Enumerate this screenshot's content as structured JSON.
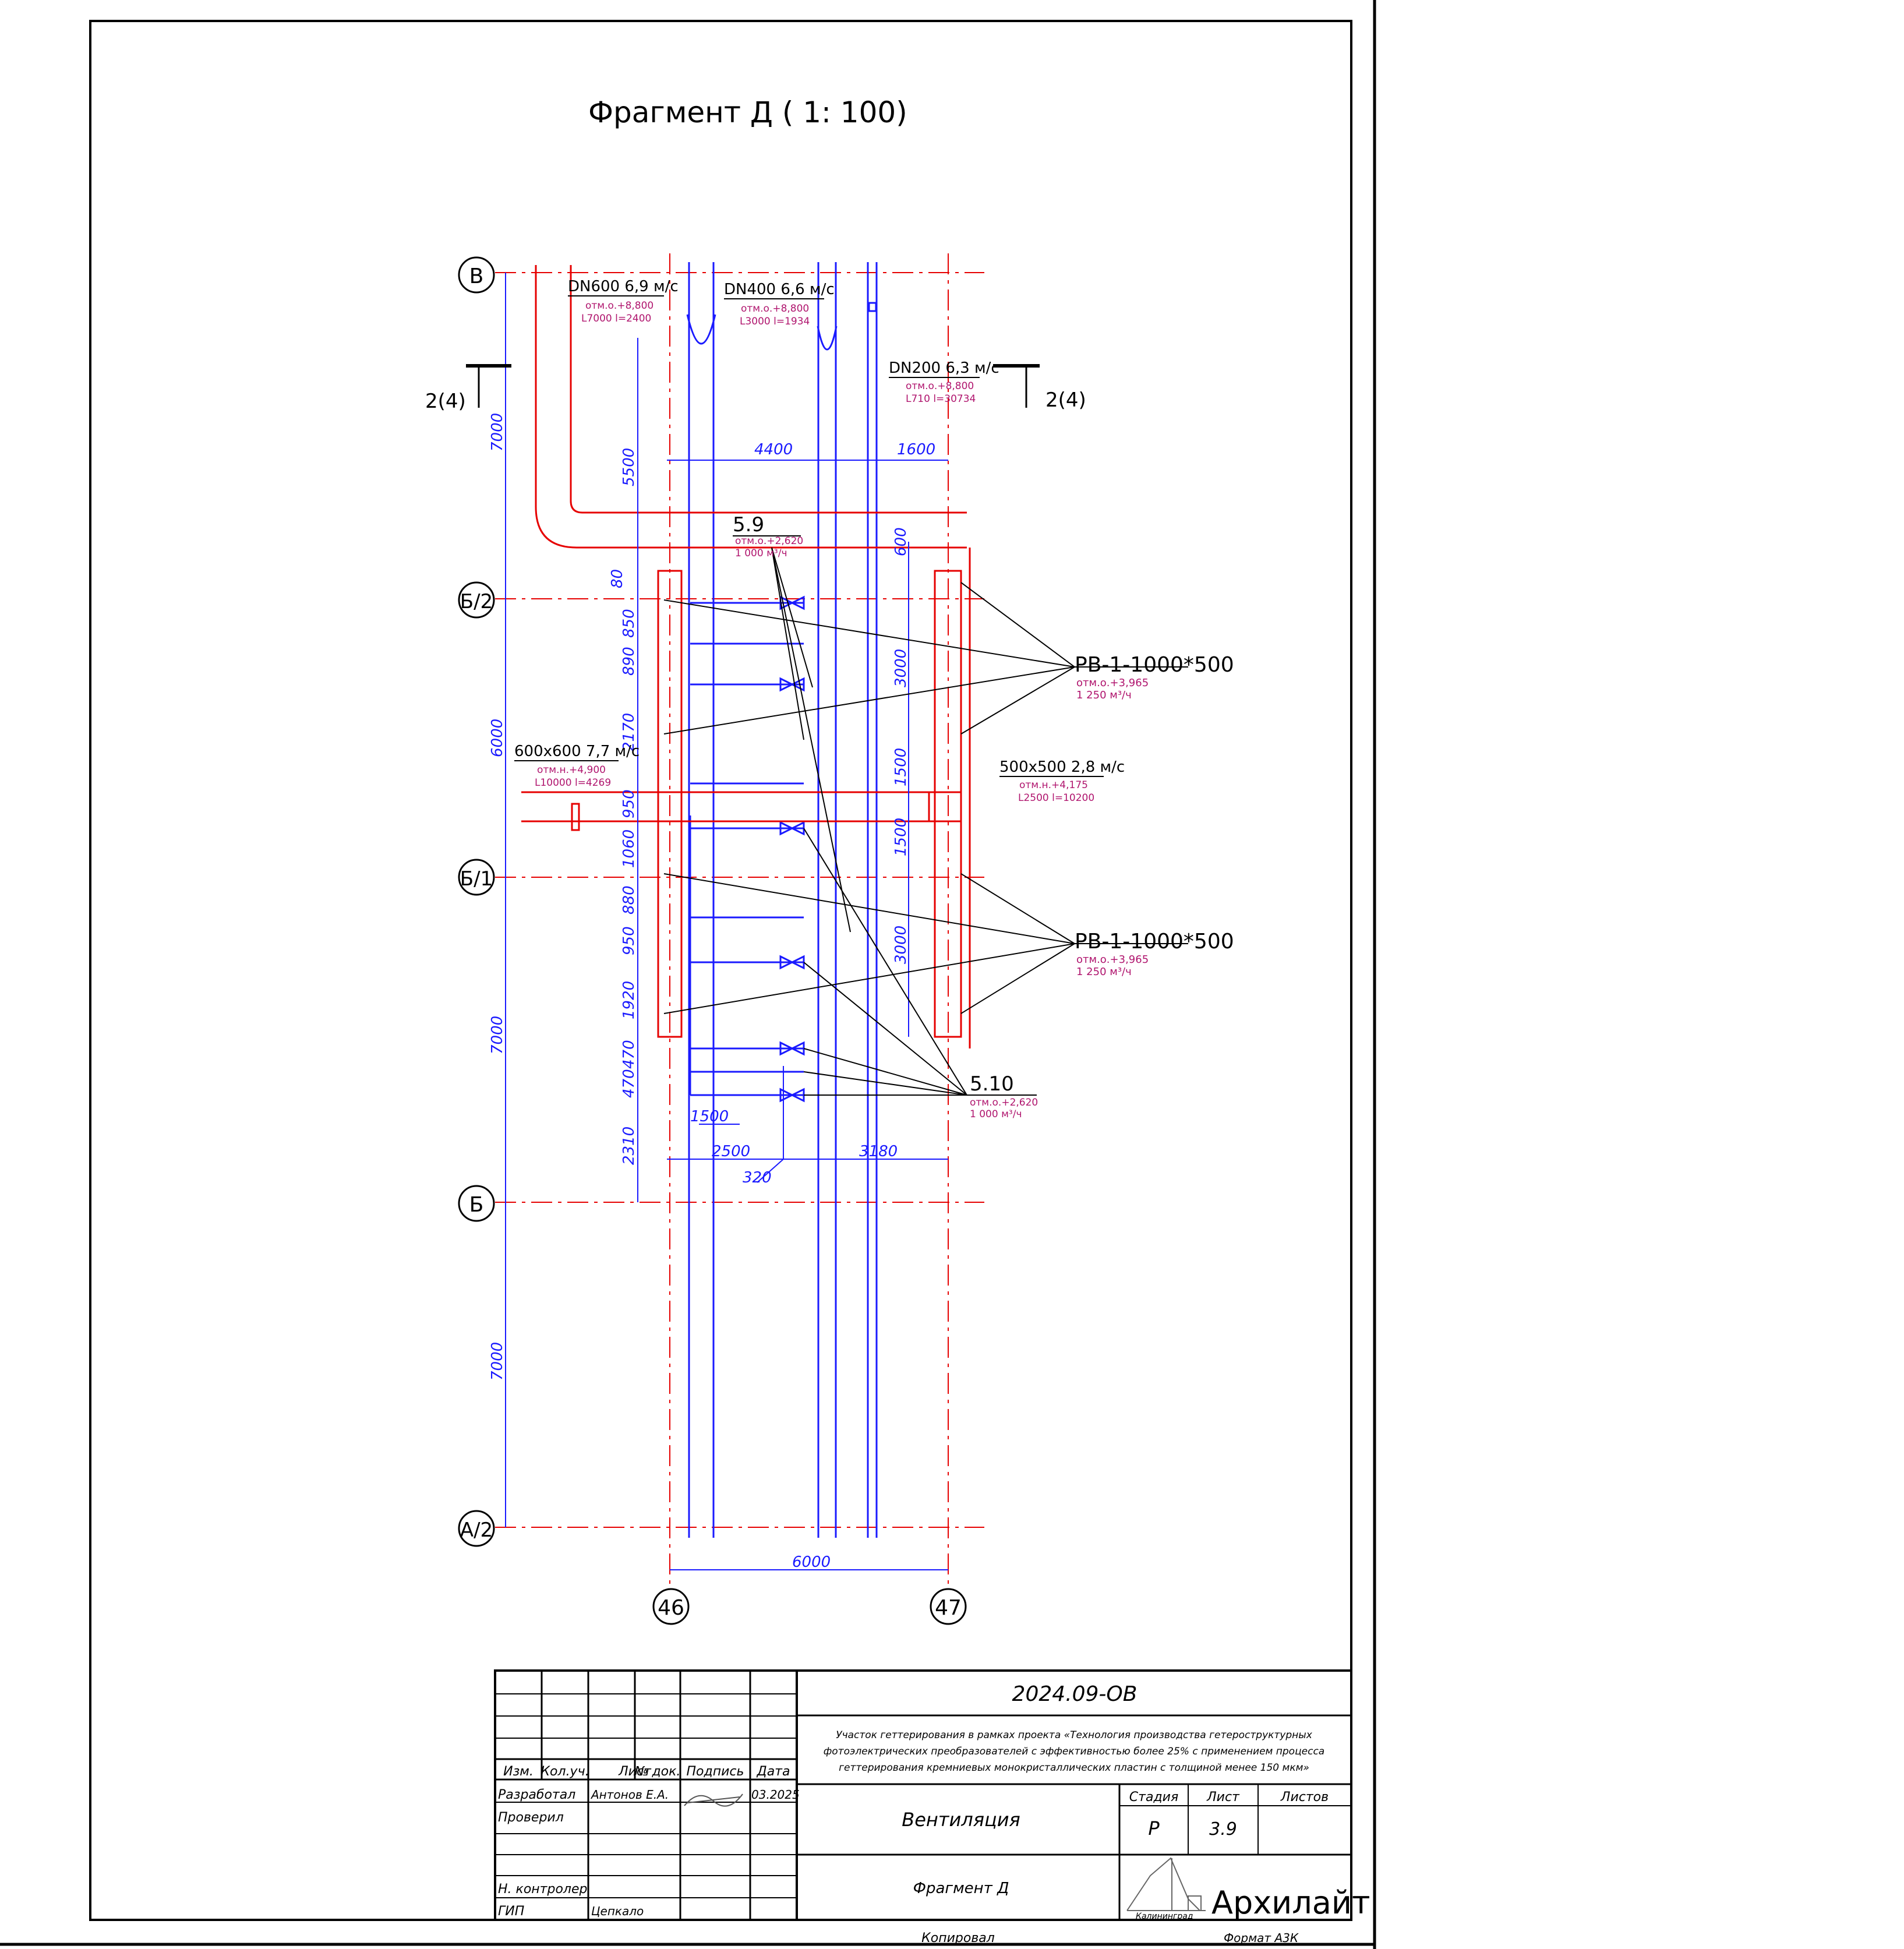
{
  "title": "Фрагмент Д ( 1: 100)",
  "axes": {
    "rows": [
      "В",
      "Б/2",
      "Б/1",
      "Б",
      "А/2"
    ],
    "cols": [
      "46",
      "47"
    ]
  },
  "section_marks": [
    "2(4)",
    "2(4)"
  ],
  "left_dims": [
    "7000",
    "6000",
    "7000",
    "7000"
  ],
  "chain_dims": [
    "5500",
    "80",
    "850",
    "890",
    "2170",
    "950",
    "1060",
    "880",
    "950",
    "1920",
    "470",
    "470",
    "2310"
  ],
  "right_dims": [
    "600",
    "3000",
    "1500",
    "1500",
    "3000"
  ],
  "horiz_dims": [
    "4400",
    "1600",
    "1500",
    "2500",
    "3180",
    "320",
    "6000"
  ],
  "ducts": [
    {
      "size": "DN600  6,9 м/с",
      "elev": "отм.о.+8,800",
      "flow": "L7000 l=2400"
    },
    {
      "size": "DN400  6,6 м/с",
      "elev": "отм.о.+8,800",
      "flow": "L3000 l=1934"
    },
    {
      "size": "DN200  6,3 м/с",
      "elev": "отм.о.+8,800",
      "flow": "L710 l=30734"
    },
    {
      "size": "600х600  7,7 м/с",
      "elev": "отм.н.+4,900",
      "flow": "L10000 l=4269"
    },
    {
      "size": "500х500  2,8 м/с",
      "elev": "отм.н.+4,175",
      "flow": "L2500 l=10200"
    }
  ],
  "nodes": [
    {
      "id": "5.9",
      "elev": "отм.о.+2,620",
      "flow": "1 000 м³/ч"
    },
    {
      "id": "5.10",
      "elev": "отм.о.+2,620",
      "flow": "1 000 м³/ч"
    }
  ],
  "grilles": [
    {
      "id": "РВ-1-1000*500",
      "elev": "отм.о.+3,965",
      "flow": "1 250 м³/ч"
    },
    {
      "id": "РВ-1-1000*500",
      "elev": "отм.о.+3,965",
      "flow": "1 250 м³/ч"
    }
  ],
  "stamp": {
    "code": "2024.09-ОВ",
    "description": "Участок геттерирования в рамках проекта «Технология производства гетероструктурных фотоэлектрических преобразователей с эффективностью более 25% с применением процесса геттерирования кремниевых монокристаллических пластин с толщиной менее 150 мкм»",
    "head": [
      "Изм.",
      "Кол.уч.",
      "Лист",
      "№ док.",
      "Подпись",
      "Дата"
    ],
    "roles": [
      "Разработал",
      "Проверил",
      "",
      "",
      "Н. контролер",
      "ГИП"
    ],
    "names": [
      "Антонов Е.А.",
      "",
      "",
      "",
      "",
      "Цепкало"
    ],
    "date": "03.2025",
    "section": "Вентиляция",
    "sheet_title": "Фрагмент Д",
    "stage_label": "Стадия",
    "sheet_label": "Лист",
    "sheets_label": "Листов",
    "stage": "Р",
    "sheet": "3.9",
    "company": "Архилайт",
    "city": "Калининград",
    "copied": "Копировал",
    "format": "Формат А3К"
  },
  "colors": {
    "line": "#000000",
    "blue": "#1a1aff",
    "red": "#e60000",
    "magenta": "#b0156e"
  }
}
